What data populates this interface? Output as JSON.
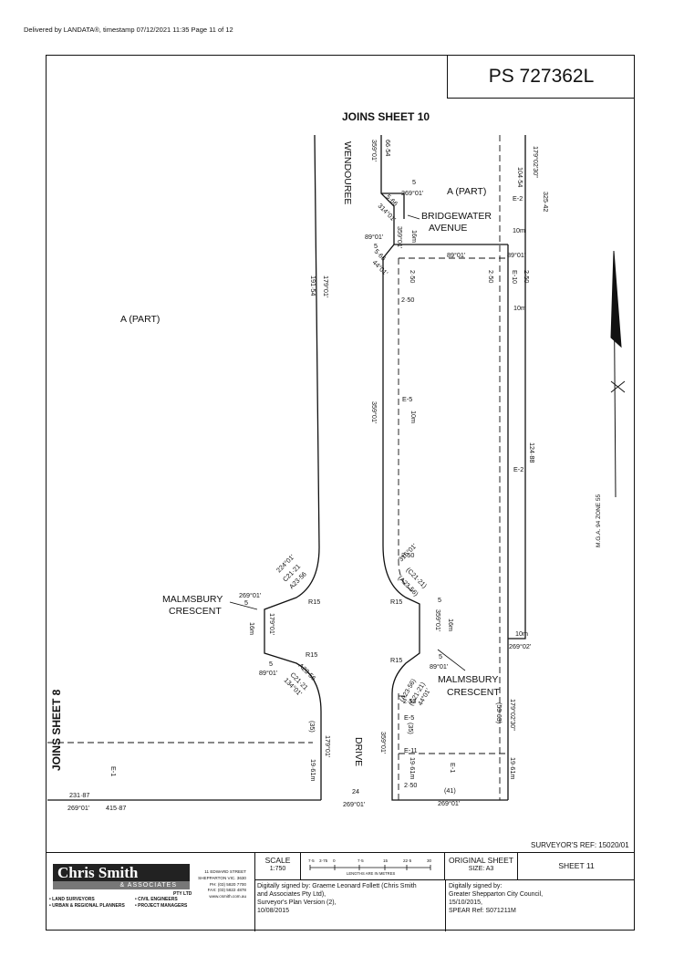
{
  "header": {
    "delivery_note": "Delivered by LANDATA®, timestamp 07/12/2021 11:35  Page 11 of 12"
  },
  "plan_number": "PS 727362L",
  "labels": {
    "joins_sheet_10": "JOINS SHEET 10",
    "joins_sheet_8": "JOINS SHEET 8",
    "a_part_left": "A (PART)",
    "a_part_top": "A (PART)",
    "wendouree": "WENDOUREE",
    "bridgewater_1": "BRIDGEWATER",
    "bridgewater_2": "AVENUE",
    "malmsbury_l1": "MALMSBURY",
    "malmsbury_l2": "CRESCENT",
    "malmsbury_r1": "MALMSBURY",
    "malmsbury_r2": "CRESCENT",
    "drive": "DRIVE",
    "mga": "M.G.A. 94 ZONE 55"
  },
  "dims": {
    "d1": "359°01'",
    "d2": "66·54",
    "d3": "5",
    "d4": "269°01'",
    "d5": "5·66",
    "d6": "314°01'",
    "d7": "89°01'",
    "d8": "5",
    "d9": "5·66",
    "d10": "44°01'",
    "d11": "359°01'",
    "d12": "16m",
    "d13": "89°01'",
    "d14": "89°01'",
    "d15": "2·50",
    "d16": "2·50",
    "d17": "E-10",
    "d18": "2·50",
    "d19": "179°02'30\"",
    "d20": "325·42",
    "d21": "104·54",
    "d22": "E-2",
    "d23": "10m",
    "d24": "10m",
    "d25": "179°01'",
    "d26": "191·54",
    "d27": "2·50",
    "d28": "E-5",
    "d29": "10m",
    "d30": "359°01'",
    "d31": "124·88",
    "d32": "E-2",
    "d33": "2·50",
    "d34": "316°01'",
    "d35": "(C21·21)",
    "d36": "(A23·56)",
    "d37": "R15",
    "d38": "5",
    "d39": "359°01'",
    "d40": "16m",
    "d41": "224°01'",
    "d42": "C21·21",
    "d43": "A23·56",
    "d44": "269°01'",
    "d45": "5",
    "d46": "R15",
    "d47": "179°01'",
    "d48": "16m",
    "d49": "5",
    "d50": "89°01'",
    "d51": "R15",
    "d52": "A23·56",
    "d53": "C21·21",
    "d54": "134°01'",
    "d55": "10m",
    "d56": "269°02'",
    "d57": "R15",
    "d58": "(A23·56)",
    "d59": "(C21·21)",
    "d60": "44°01'",
    "d61": "5",
    "d62": "89°01'",
    "d63": "2·50",
    "d64": "E-5",
    "d65": "(35)",
    "d66": "E-11",
    "d67": "359°01'",
    "d68": "19·61m",
    "d69": "2·50",
    "d70": "E-1",
    "d71": "(41)",
    "d72": "269°01'",
    "d73": "179°02'30\"",
    "d74": "(53·63)",
    "d75": "19·61m",
    "d76": "(35)",
    "d77": "179°01'",
    "d78": "19·61m",
    "d79": "E-1",
    "d80": "24",
    "d81": "269°01'",
    "d82": "231·87",
    "d83": "269°01'",
    "d84": "415·87"
  },
  "surveyor_ref": "SURVEYOR'S REF:  15020/01",
  "title_block": {
    "firm_name": "Chris Smith",
    "firm_sub": "& ASSOCIATES",
    "pty": "PTY LTD",
    "services": [
      "• LAND SURVEYORS",
      "• URBAN & REGIONAL PLANNERS",
      "• CIVIL ENGINEERS",
      "• PROJECT MANAGERS"
    ],
    "address": [
      "11 EDWARD STREET",
      "SHEPPARTON VIC. 3630",
      "PH: (03) 5820 7700",
      "FAX: (03) 5822 4878",
      "www.csmith.com.au"
    ],
    "scale_label": "SCALE",
    "scale_value": "1:750",
    "scale_ticks": [
      "7·5",
      "3·75",
      "0",
      "7·5",
      "15",
      "22·5",
      "30"
    ],
    "scale_caption": "LENGTHS ARE IN METRES",
    "orig_label": "ORIGINAL SHEET",
    "orig_size": "SIZE: A3",
    "sheet": "SHEET  11",
    "signed1": [
      "Digitally signed by: Graeme Leonard Follett (Chris Smith",
      "and Associates Pty Ltd),",
      "Surveyor's Plan Version (2),",
      "10/08/2015"
    ],
    "signed2": [
      "Digitally signed by:",
      "Greater Shepparton City Council,",
      "15/10/2015,",
      "SPEAR Ref: S071211M"
    ]
  }
}
